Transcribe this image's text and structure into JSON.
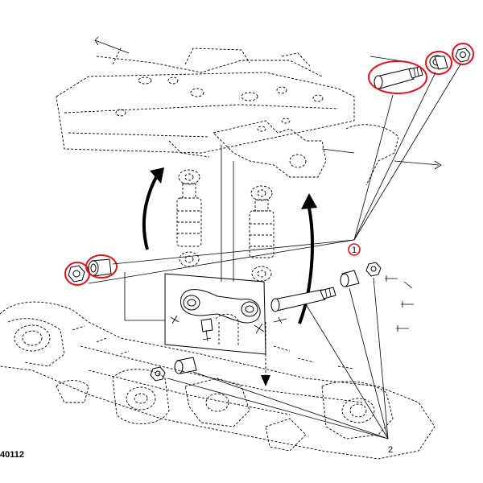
{
  "figure": {
    "id": "40112",
    "callouts": [
      "1",
      "2"
    ],
    "highlight_color": "#e0121c",
    "line_color": "#000000"
  }
}
